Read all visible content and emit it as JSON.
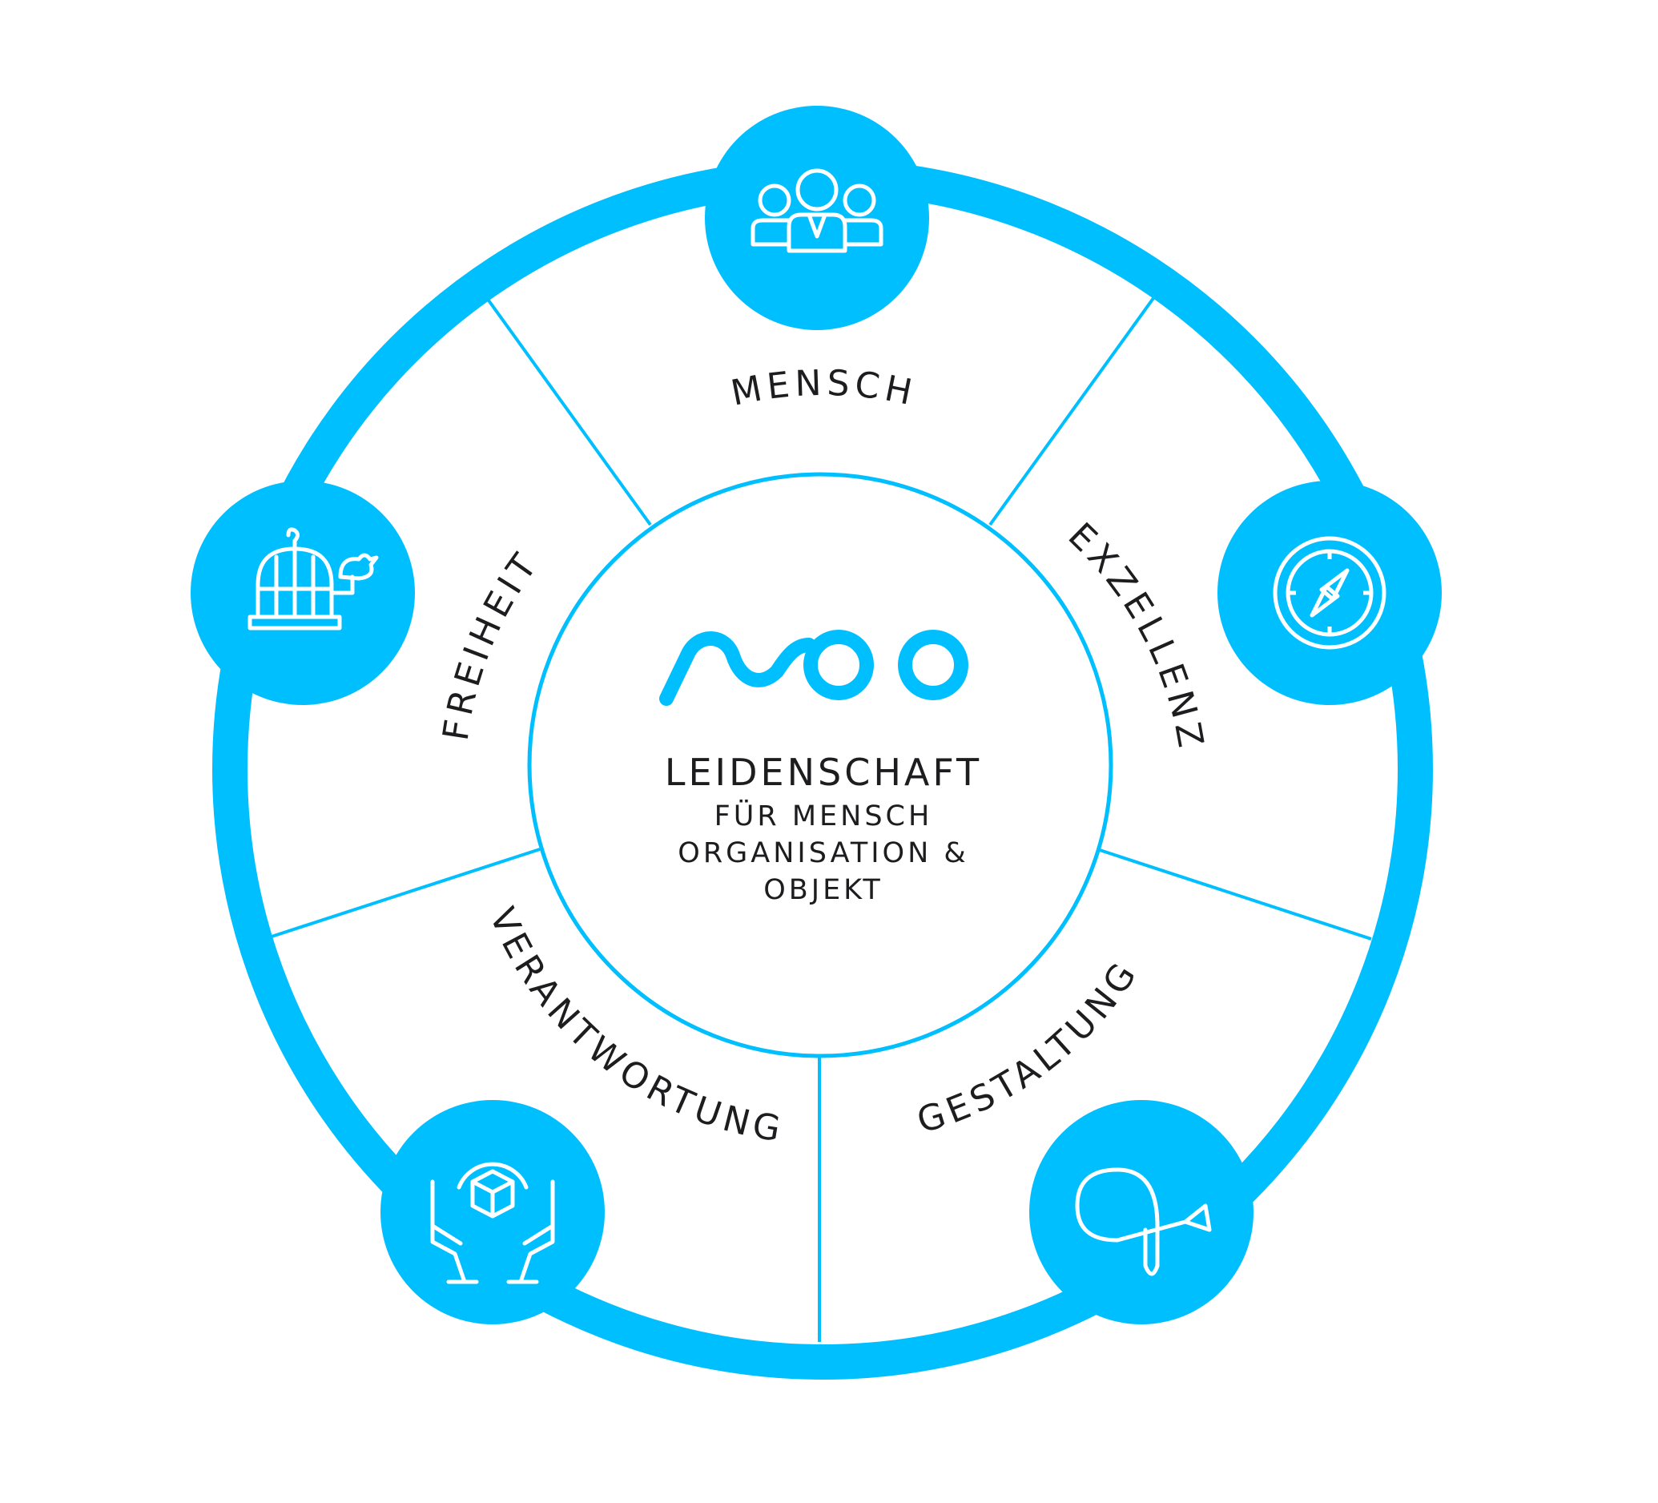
{
  "colors": {
    "accent": "#00BFFF",
    "text": "#1D1D1F",
    "background": "#FFFFFF"
  },
  "center": {
    "logo_icon": "wave-logo-icon",
    "title": "LEIDENSCHAFT",
    "line1": "FÜR MENSCH",
    "line2": "ORGANISATION &",
    "line3": "OBJEKT"
  },
  "segments": [
    {
      "label": "MENSCH",
      "icon": "people-group-icon"
    },
    {
      "label": "EXZELLENZ",
      "icon": "compass-icon"
    },
    {
      "label": "GESTALTUNG",
      "icon": "loop-arrow-icon"
    },
    {
      "label": "VERANTWORTUNG",
      "icon": "hands-holding-box-icon"
    },
    {
      "label": "FREIHEIT",
      "icon": "open-birdcage-icon"
    }
  ]
}
